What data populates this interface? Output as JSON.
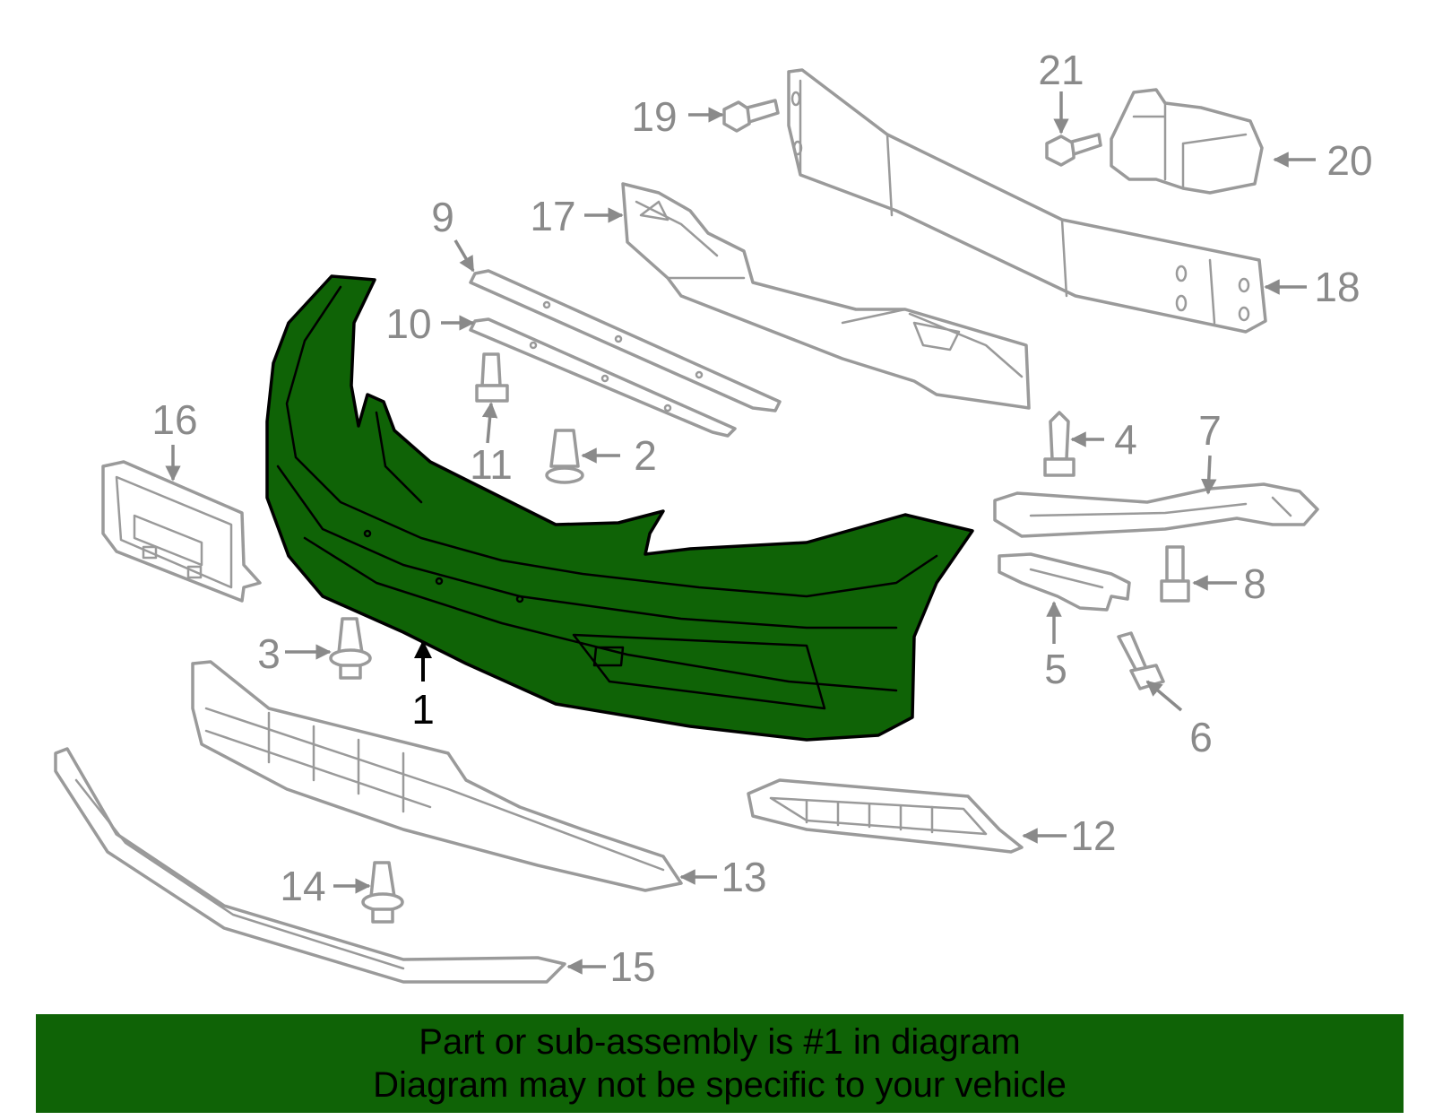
{
  "diagram": {
    "highlight_color": "#0f6306",
    "highlighted_part": "1",
    "callouts": {
      "c1": "1",
      "c2": "2",
      "c3": "3",
      "c4": "4",
      "c5": "5",
      "c6": "6",
      "c7": "7",
      "c8": "8",
      "c9": "9",
      "c10": "10",
      "c11": "11",
      "c12": "12",
      "c13": "13",
      "c14": "14",
      "c15": "15",
      "c16": "16",
      "c17": "17",
      "c18": "18",
      "c19": "19",
      "c20": "20",
      "c21": "21"
    }
  },
  "banner": {
    "line1": "Part or sub-assembly is #1 in diagram",
    "line2": "Diagram may not be specific to your vehicle"
  }
}
